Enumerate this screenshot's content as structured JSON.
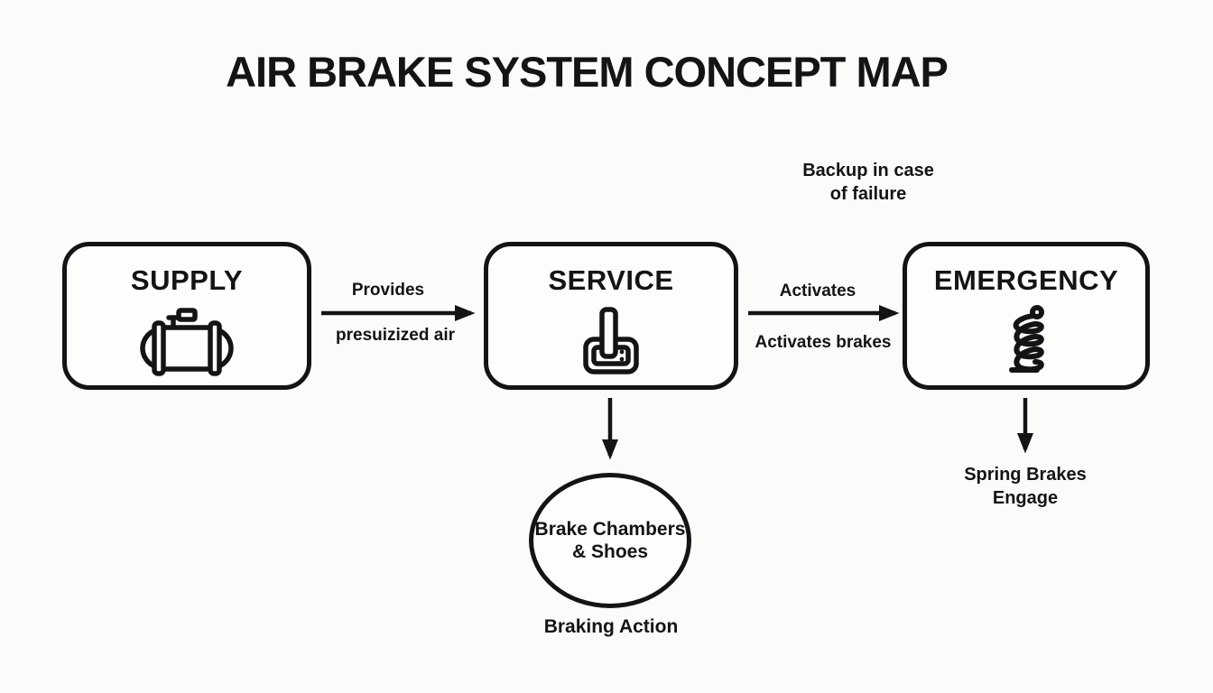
{
  "title": "AIR BRAKE SYSTEM CONCEPT MAP",
  "colors": {
    "ink": "#141414",
    "background": "#fbfbf9",
    "node_fill": "#fdfdfc"
  },
  "nodes": {
    "supply": {
      "label": "SUPPLY",
      "icon": "air-tank-icon"
    },
    "service": {
      "label": "SERVICE",
      "icon": "brake-pedal-icon"
    },
    "emergency": {
      "label": "EMERGENCY",
      "icon": "coil-spring-icon"
    },
    "brake_chambers": {
      "line1": "Brake Chambers",
      "line2": "& Shoes"
    }
  },
  "edges": {
    "supply_service": {
      "top_label": "Provides",
      "bottom_label": "presuizized air"
    },
    "service_emergency": {
      "top_label": "Activates",
      "bottom_label": "Activates brakes"
    }
  },
  "annotations": {
    "backup_note": {
      "line1": "Backup in case",
      "line2": "of failure"
    },
    "spring_outcome": {
      "line1": "Spring Brakes",
      "line2": "Engage"
    },
    "braking_caption": "Braking Action"
  }
}
